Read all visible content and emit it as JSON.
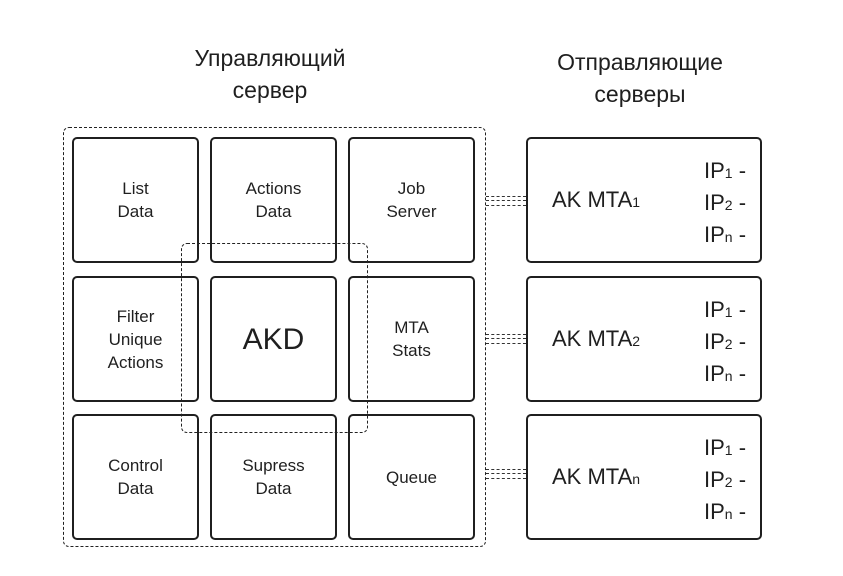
{
  "titles": {
    "left": "Управляющий\nсервер",
    "right": "Отправляющие\nсерверы"
  },
  "grid": [
    "List\nData",
    "Actions\nData",
    "Job\nServer",
    "Filter\nUnique\nActions",
    "AKD",
    "MTA\nStats",
    "Control\nData",
    "Supress\nData",
    "Queue"
  ],
  "mta_servers": [
    {
      "name": "AK MTA",
      "sub": "1",
      "ips": [
        {
          "name": "IP",
          "sub": "1",
          "suffix": " -"
        },
        {
          "name": "IP",
          "sub": "2",
          "suffix": " -"
        },
        {
          "name": "IP",
          "sub": "n",
          "suffix": " -"
        }
      ]
    },
    {
      "name": "AK MTA",
      "sub": "2",
      "ips": [
        {
          "name": "IP",
          "sub": "1",
          "suffix": " -"
        },
        {
          "name": "IP",
          "sub": "2",
          "suffix": " -"
        },
        {
          "name": "IP",
          "sub": "n",
          "suffix": " -"
        }
      ]
    },
    {
      "name": "AK MTA",
      "sub": "n",
      "ips": [
        {
          "name": "IP",
          "sub": "1",
          "suffix": " -"
        },
        {
          "name": "IP",
          "sub": "2",
          "suffix": " -"
        },
        {
          "name": "IP",
          "sub": "n",
          "suffix": " -"
        }
      ]
    }
  ],
  "colors": {
    "line": "#1f1f1f",
    "background": "#ffffff"
  }
}
